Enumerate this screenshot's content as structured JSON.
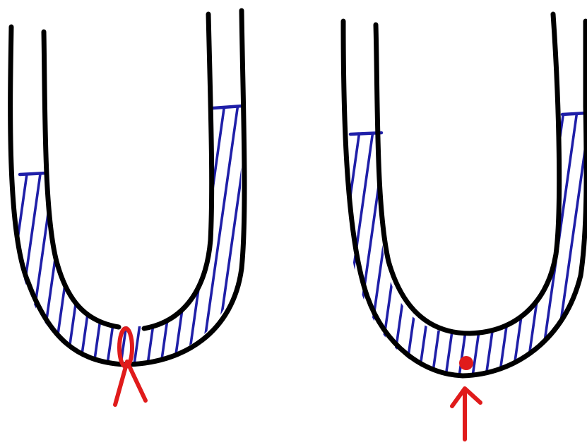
{
  "colors": {
    "tube_wall": "#000000",
    "liquid": "#1f1fa8",
    "marker": "#e01b1b",
    "background": "#ffffff"
  },
  "panels": [
    {
      "id": "left",
      "marker": "clamp-icon",
      "liquid_higher_side": "right"
    },
    {
      "id": "right",
      "marker": "arrow-up-icon",
      "liquid_higher_side": "right"
    }
  ]
}
